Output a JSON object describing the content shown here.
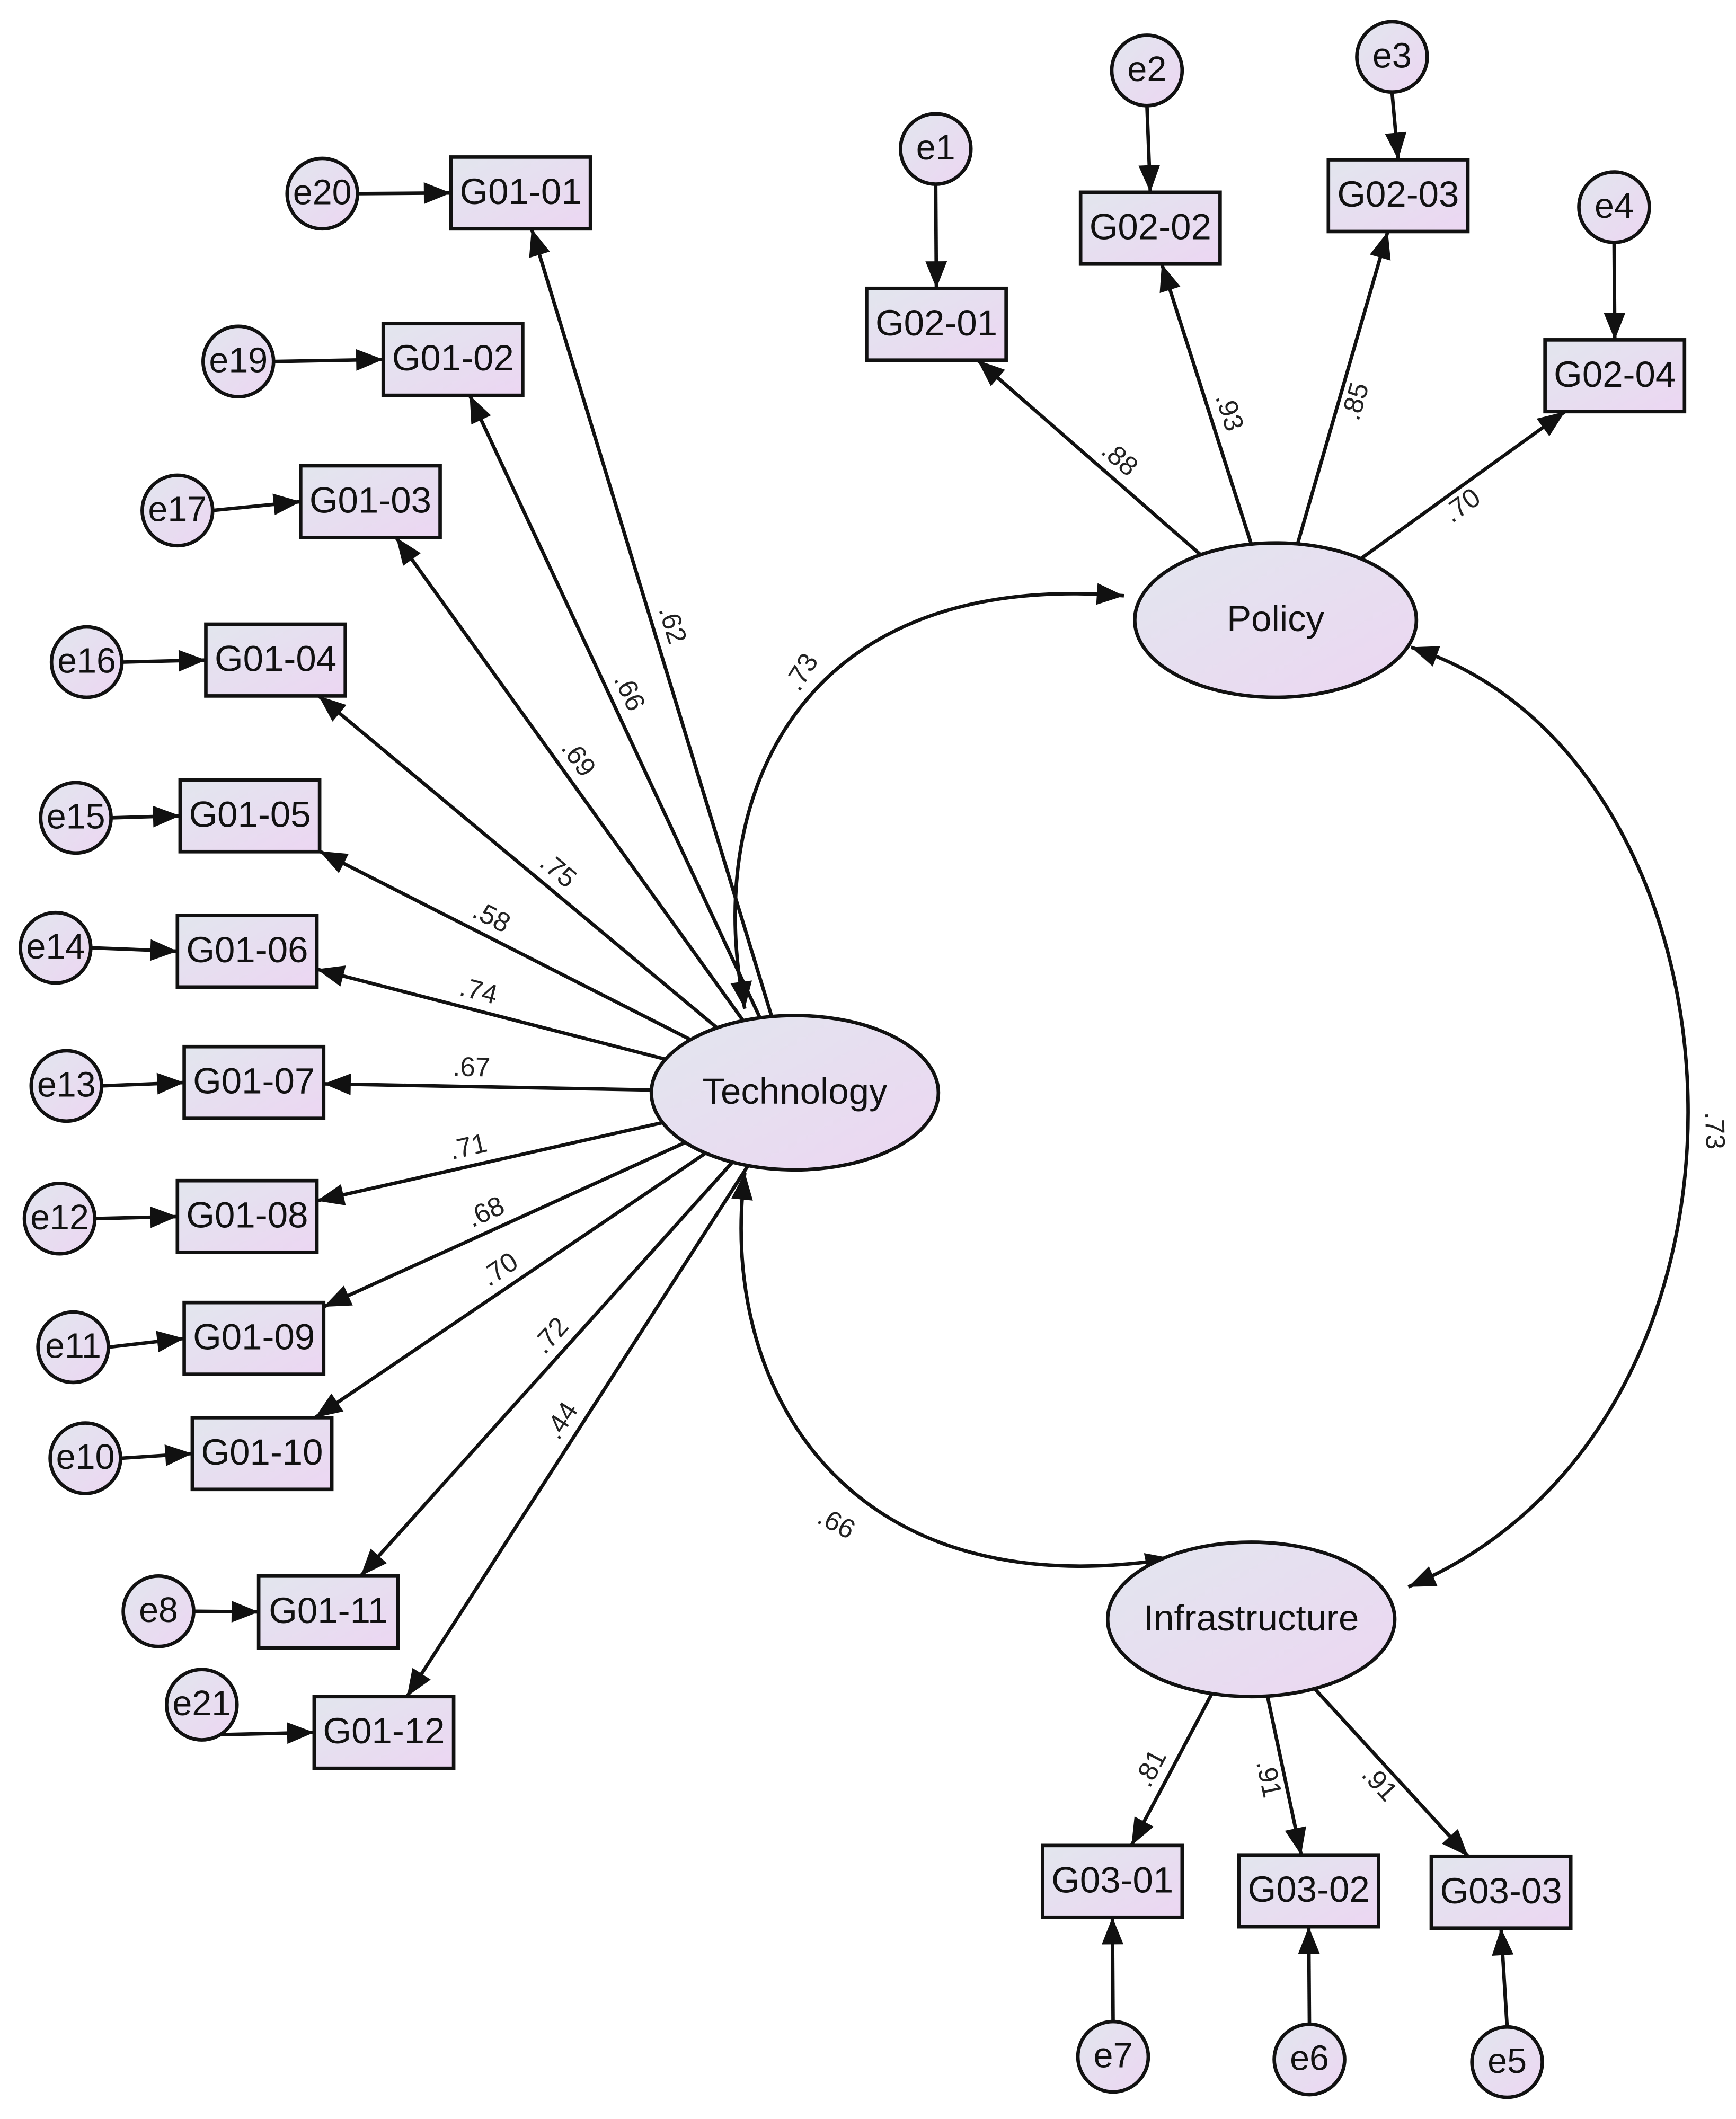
{
  "colors": {
    "fill_start": "#e2e6ee",
    "fill_end": "#ecd6f2",
    "stroke": "#111111",
    "text": "#111111"
  },
  "latent": [
    {
      "id": "technology",
      "label": "Technology"
    },
    {
      "id": "policy",
      "label": "Policy"
    },
    {
      "id": "infrastructure",
      "label": "Infrastructure"
    }
  ],
  "indicators": [
    {
      "id": "G01-01",
      "label": "G01-01",
      "factor": "technology",
      "error": "e20",
      "loading": ".62"
    },
    {
      "id": "G01-02",
      "label": "G01-02",
      "factor": "technology",
      "error": "e19",
      "loading": ".66"
    },
    {
      "id": "G01-03",
      "label": "G01-03",
      "factor": "technology",
      "error": "e17",
      "loading": ".69"
    },
    {
      "id": "G01-04",
      "label": "G01-04",
      "factor": "technology",
      "error": "e16",
      "loading": ".75"
    },
    {
      "id": "G01-05",
      "label": "G01-05",
      "factor": "technology",
      "error": "e15",
      "loading": ".58"
    },
    {
      "id": "G01-06",
      "label": "G01-06",
      "factor": "technology",
      "error": "e14",
      "loading": ".74"
    },
    {
      "id": "G01-07",
      "label": "G01-07",
      "factor": "technology",
      "error": "e13",
      "loading": ".67"
    },
    {
      "id": "G01-08",
      "label": "G01-08",
      "factor": "technology",
      "error": "e12",
      "loading": ".71"
    },
    {
      "id": "G01-09",
      "label": "G01-09",
      "factor": "technology",
      "error": "e11",
      "loading": ".68"
    },
    {
      "id": "G01-10",
      "label": "G01-10",
      "factor": "technology",
      "error": "e10",
      "loading": ".70"
    },
    {
      "id": "G01-11",
      "label": "G01-11",
      "factor": "technology",
      "error": "e8",
      "loading": ".72"
    },
    {
      "id": "G01-12",
      "label": "G01-12",
      "factor": "technology",
      "error": "e21",
      "loading": ".44"
    },
    {
      "id": "G02-01",
      "label": "G02-01",
      "factor": "policy",
      "error": "e1",
      "loading": ".88"
    },
    {
      "id": "G02-02",
      "label": "G02-02",
      "factor": "policy",
      "error": "e2",
      "loading": ".93"
    },
    {
      "id": "G02-03",
      "label": "G02-03",
      "factor": "policy",
      "error": "e3",
      "loading": ".85"
    },
    {
      "id": "G02-04",
      "label": "G02-04",
      "factor": "policy",
      "error": "e4",
      "loading": ".70"
    },
    {
      "id": "G03-01",
      "label": "G03-01",
      "factor": "infrastructure",
      "error": "e7",
      "loading": ".81"
    },
    {
      "id": "G03-02",
      "label": "G03-02",
      "factor": "infrastructure",
      "error": "e6",
      "loading": ".91"
    },
    {
      "id": "G03-03",
      "label": "G03-03",
      "factor": "infrastructure",
      "error": "e5",
      "loading": ".91"
    }
  ],
  "correlations": [
    {
      "from": "technology",
      "to": "policy",
      "value": ".73"
    },
    {
      "from": "policy",
      "to": "infrastructure",
      "value": ".73"
    },
    {
      "from": "technology",
      "to": "infrastructure",
      "value": ".66"
    }
  ]
}
